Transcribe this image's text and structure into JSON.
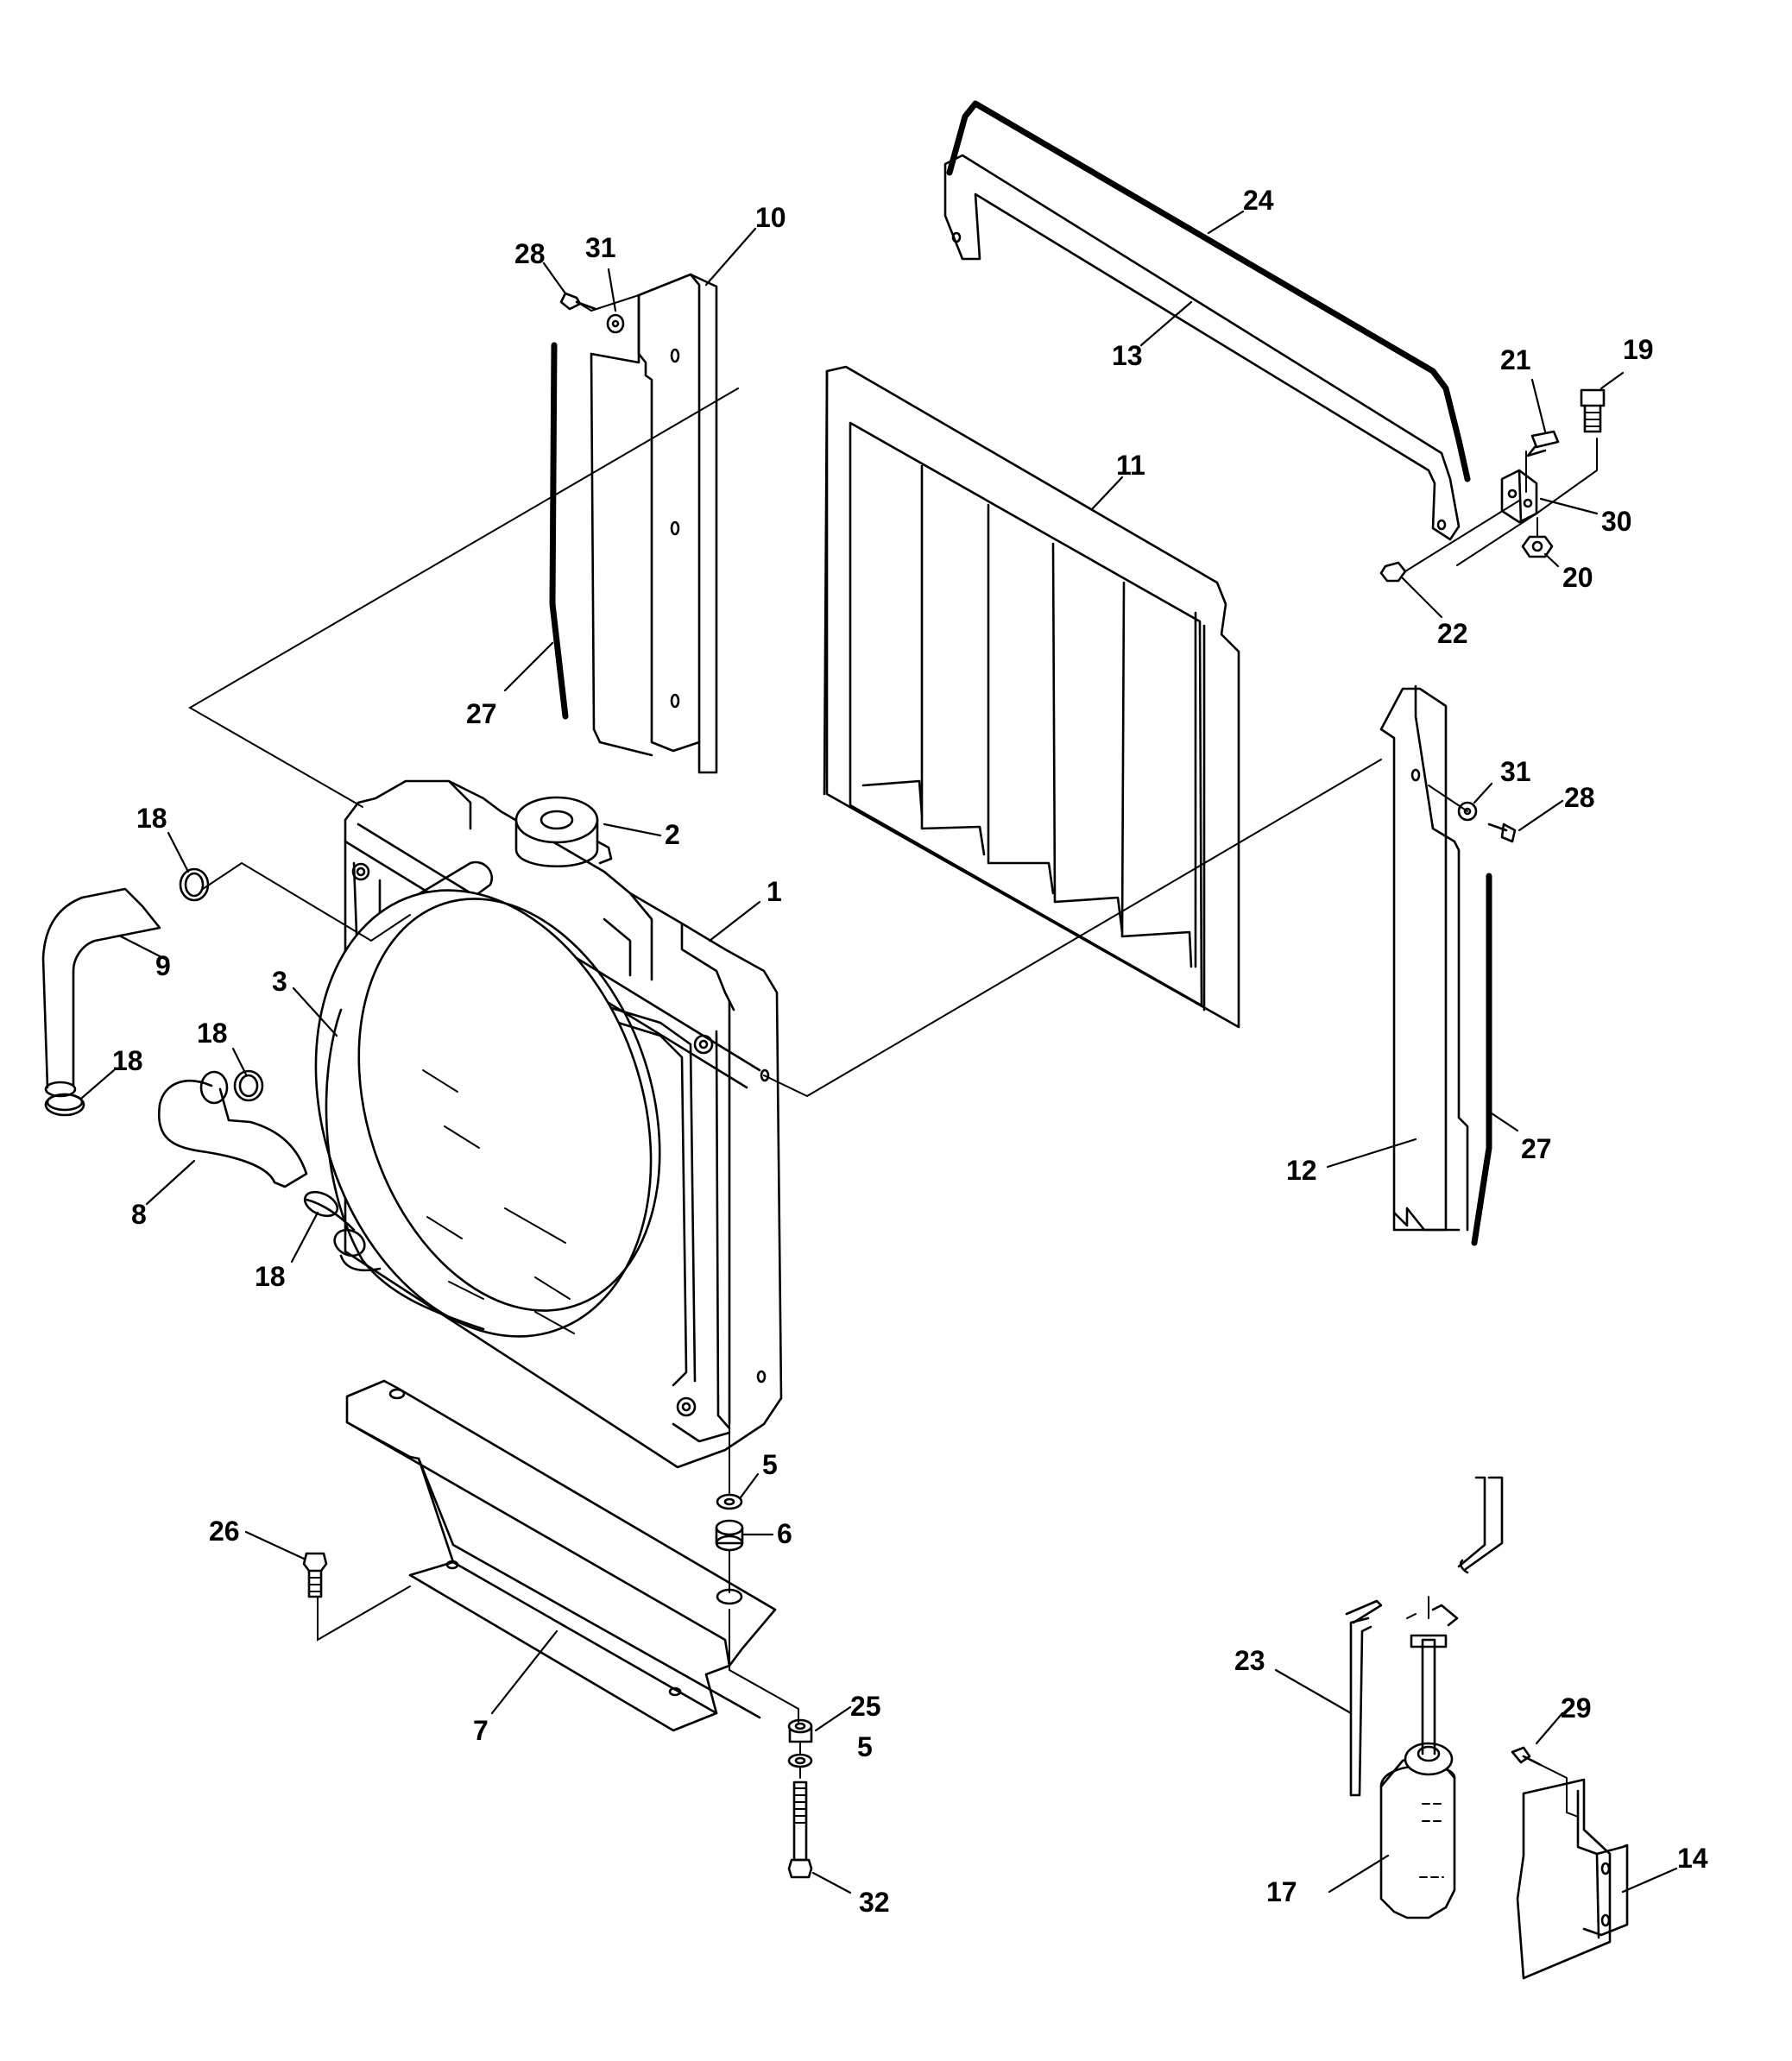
{
  "callouts": [
    {
      "id": "c1",
      "label": "1"
    },
    {
      "id": "c2",
      "label": "2"
    },
    {
      "id": "c3",
      "label": "3"
    },
    {
      "id": "c5a",
      "label": "5"
    },
    {
      "id": "c5b",
      "label": "5"
    },
    {
      "id": "c6",
      "label": "6"
    },
    {
      "id": "c7",
      "label": "7"
    },
    {
      "id": "c8",
      "label": "8"
    },
    {
      "id": "c9",
      "label": "9"
    },
    {
      "id": "c10",
      "label": "10"
    },
    {
      "id": "c11",
      "label": "11"
    },
    {
      "id": "c12",
      "label": "12"
    },
    {
      "id": "c13",
      "label": "13"
    },
    {
      "id": "c14",
      "label": "14"
    },
    {
      "id": "c17",
      "label": "17"
    },
    {
      "id": "c18a",
      "label": "18"
    },
    {
      "id": "c18b",
      "label": "18"
    },
    {
      "id": "c18c",
      "label": "18"
    },
    {
      "id": "c18d",
      "label": "18"
    },
    {
      "id": "c19",
      "label": "19"
    },
    {
      "id": "c20",
      "label": "20"
    },
    {
      "id": "c21",
      "label": "21"
    },
    {
      "id": "c22",
      "label": "22"
    },
    {
      "id": "c23",
      "label": "23"
    },
    {
      "id": "c24",
      "label": "24"
    },
    {
      "id": "c25",
      "label": "25"
    },
    {
      "id": "c26",
      "label": "26"
    },
    {
      "id": "c27a",
      "label": "27"
    },
    {
      "id": "c27b",
      "label": "27"
    },
    {
      "id": "c28a",
      "label": "28"
    },
    {
      "id": "c28b",
      "label": "28"
    },
    {
      "id": "c29",
      "label": "29"
    },
    {
      "id": "c30",
      "label": "30"
    },
    {
      "id": "c31a",
      "label": "31"
    },
    {
      "id": "c31b",
      "label": "31"
    },
    {
      "id": "c32",
      "label": "32"
    }
  ]
}
